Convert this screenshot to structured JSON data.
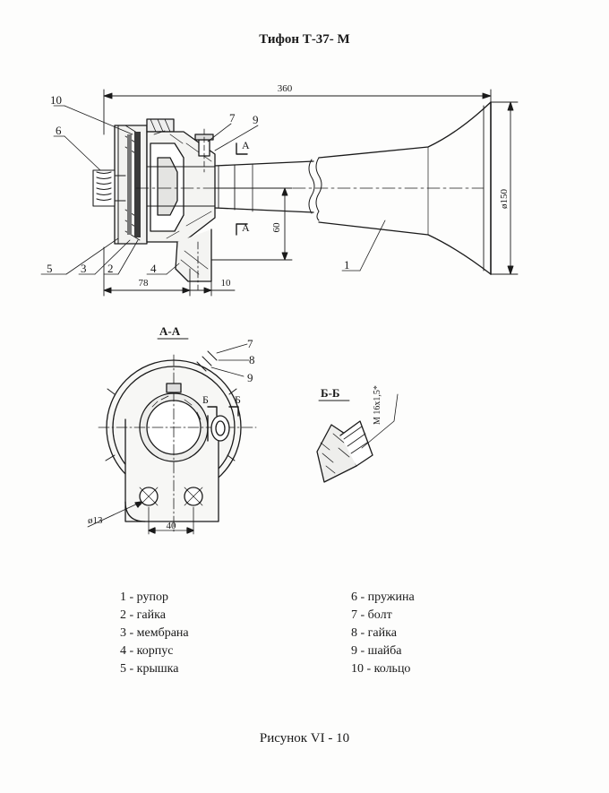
{
  "document": {
    "title": "Тифон Т-37- М",
    "caption": "Рисунок   VI - 10"
  },
  "main_view": {
    "part_callouts": [
      "10",
      "6",
      "7",
      "9",
      "5",
      "3",
      "2",
      "4",
      "1"
    ],
    "dimensions": {
      "overall_length": "360",
      "bell_diameter": "ø150",
      "mount_height": "60",
      "body_length": "78",
      "flange_offset": "10"
    },
    "section_marks": [
      "А",
      "А"
    ]
  },
  "section_aa": {
    "label": "А-А",
    "part_callouts": [
      "7",
      "8",
      "9"
    ],
    "section_marks": [
      "Б",
      "Б"
    ],
    "dimensions": {
      "hole_diameter": "ø13",
      "hole_spacing": "40"
    }
  },
  "section_bb": {
    "label": "Б-Б",
    "thread_note": "М 16x1,5*"
  },
  "legend": {
    "left": [
      "1 - рупор",
      "2 - гайка",
      "3 - мембрана",
      "4 - корпус",
      "5 - крышка"
    ],
    "right": [
      "6  - пружина",
      "7  - болт",
      "8 - гайка",
      "9  - шайба",
      "10 - кольцо"
    ]
  }
}
